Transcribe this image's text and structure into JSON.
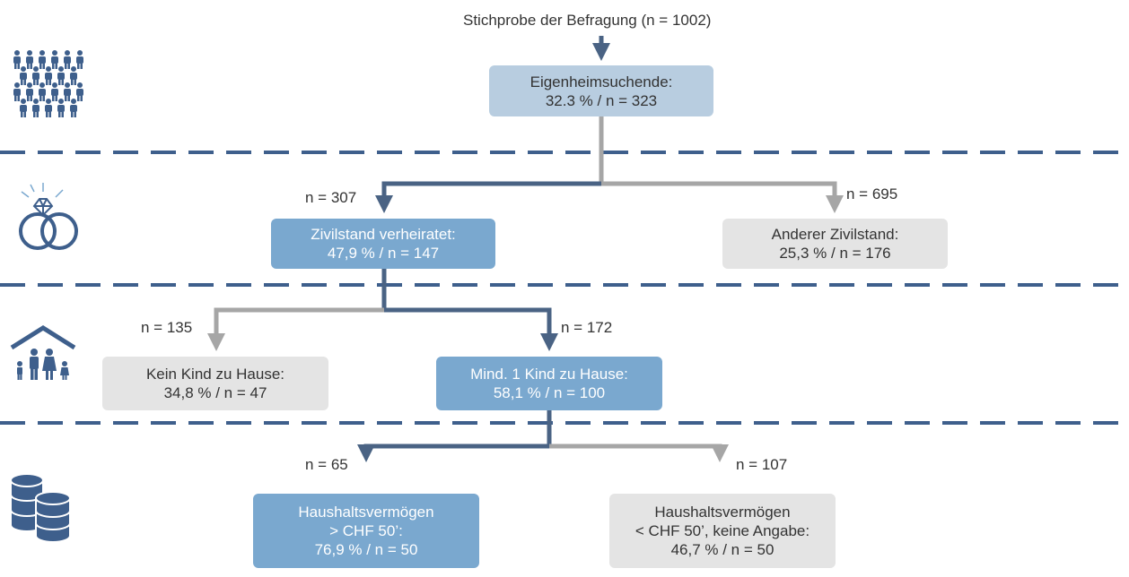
{
  "title": "Stichprobe der Befragung (n = 1002)",
  "colors": {
    "dark": "#4a6384",
    "grey": "#a6a6a6",
    "icon": "#3e5f8c",
    "pale_box": "#b8cde0",
    "blue_box": "#7aa8cf",
    "grey_box": "#e4e4e4"
  },
  "levels": [
    {
      "icon": "people-crowd-icon"
    },
    {
      "icon": "wedding-rings-icon"
    },
    {
      "icon": "family-house-icon"
    },
    {
      "icon": "coin-stacks-icon"
    }
  ],
  "nodes": {
    "root": {
      "lines": [
        "Eigenheimsuchende:",
        "32.3 % / n = 323"
      ]
    },
    "married": {
      "lines": [
        "Zivilstand verheiratet:",
        "47,9 % / n = 147"
      ]
    },
    "other_status": {
      "lines": [
        "Anderer Zivilstand:",
        "25,3 % / n = 176"
      ]
    },
    "no_child": {
      "lines": [
        "Kein Kind zu Hause:",
        "34,8 % / n = 47"
      ]
    },
    "child": {
      "lines": [
        "Mind. 1 Kind zu Hause:",
        "58,1 % / n = 100"
      ]
    },
    "wealth_high": {
      "lines": [
        "Haushaltsvermögen",
        "> CHF 50’:",
        "76,9 % / n = 50"
      ]
    },
    "wealth_low": {
      "lines": [
        "Haushaltsvermögen",
        "< CHF 50’, keine Angabe:",
        "46,7 % / n = 50"
      ]
    }
  },
  "edges": {
    "married": "n = 307",
    "other_status": "n = 695",
    "no_child": "n = 135",
    "child": "n = 172",
    "wealth_high": "n = 65",
    "wealth_low": "n = 107"
  }
}
